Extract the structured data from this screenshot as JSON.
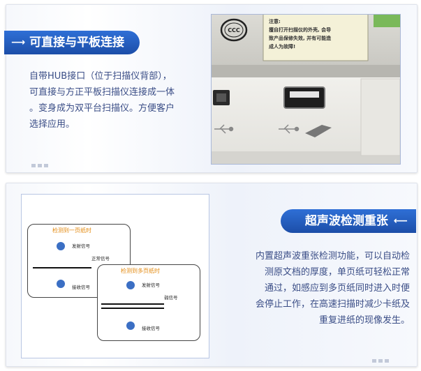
{
  "section1": {
    "title": "可直接与平板连接",
    "description_lines": [
      "自带HUB接口（位于扫描仪背部），",
      "可直接与方正平板扫描仪连接成一体",
      "。变身成为双平台扫描仪。方便客户",
      "选择应用。"
    ],
    "photo": {
      "cert_mark": "CCC",
      "warning_lines": [
        "注意:",
        "擅自打开扫描仪的外壳, 会导",
        "致产品保修失效, 并有可能造",
        "成人为故障!"
      ]
    }
  },
  "section2": {
    "title": "超声波检测重张",
    "description_lines": [
      "内置超声波重张检测功能，可以自动检",
      "测原文档的厚度，单页纸可轻松正常",
      "通过，如感应到多页纸同时进入时便",
      "会停止工作，在高速扫描时减少卡纸及",
      "重复进纸的现像发生。"
    ],
    "diagram": {
      "single": {
        "title": "检测到一页纸时",
        "emit": "发射信号",
        "normal": "正常信号",
        "receive": "接收信号"
      },
      "multi": {
        "title": "检测到多页纸时",
        "emit": "发射信号",
        "weak": "弱信号",
        "receive": "接收信号"
      }
    }
  },
  "colors": {
    "banner": "#1f57b8",
    "text": "#3a4d86",
    "diagram_title": "#e38a11"
  }
}
